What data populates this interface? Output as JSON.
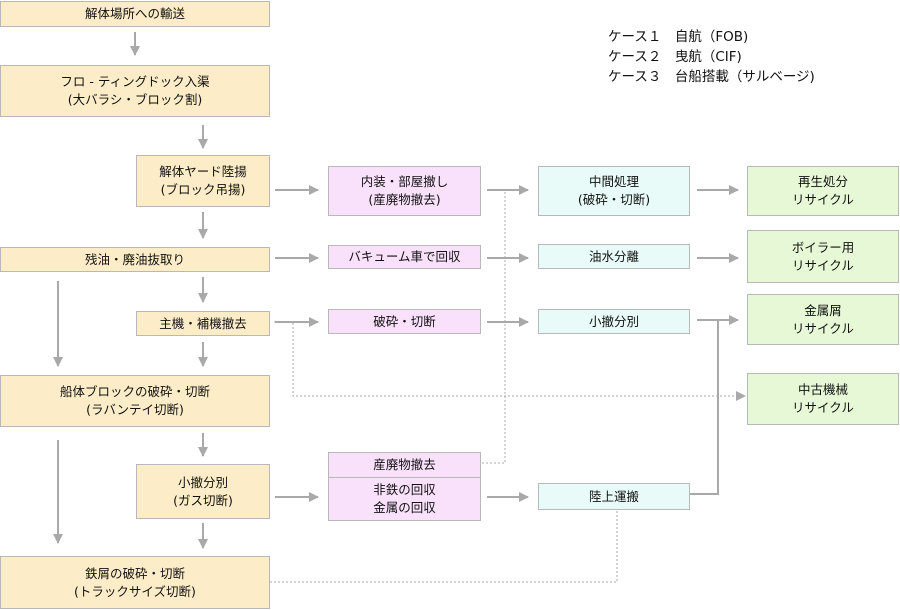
{
  "legend": [
    "ケース１　自航（FOB)",
    "ケース２　曳航（CIF)",
    "ケース３　台船搭載（サルベージ)"
  ],
  "nodes": {
    "transport": [
      "解体場所への輸送"
    ],
    "dock_entry": [
      "フロ - ティングドック入渠",
      "(大バラシ・ブロック割)"
    ],
    "yard_lift": [
      "解体ヤード陸揚",
      "(ブロック吊揚)"
    ],
    "oil_removal": [
      "残油・廃油抜取り"
    ],
    "engine_removal": [
      "主機・補機撤去"
    ],
    "hull_break": [
      "船体ブロックの破砕・切断",
      "(ラバンテイ切断)"
    ],
    "small_cut": [
      "小撤分別",
      "(ガス切断)"
    ],
    "scrap_cut": [
      "鉄屑の破砕・切断",
      "(トラックサイズ切断)"
    ],
    "interior_removal": [
      "内装・部屋撤し",
      "(産廃物撤去)"
    ],
    "vacuum_collect": [
      "バキューム車で回収"
    ],
    "crush_cut": [
      "破砕・切断"
    ],
    "waste_removal": [
      "産廃物撤去"
    ],
    "nonferrous": [
      "非鉄の回収",
      "金属の回収"
    ],
    "mid_process": [
      "中間処理",
      "(破砕・切断)"
    ],
    "oil_sep": [
      "油水分離"
    ],
    "small_sort": [
      "小撤分別"
    ],
    "land_transport": [
      "陸上運搬"
    ],
    "recycle_regen": [
      "再生処分",
      "リサイクル"
    ],
    "recycle_boiler": [
      "ボイラー用",
      "リサイクル"
    ],
    "recycle_metal": [
      "金属屑",
      "リサイクル"
    ],
    "recycle_used": [
      "中古機械",
      "リサイクル"
    ]
  },
  "colors": {
    "main": "#fcedc8",
    "process": "#f9e1fb",
    "treatment": "#e9fbf8",
    "recycle": "#e6f8d6",
    "arrow": "#a9a9a9"
  }
}
